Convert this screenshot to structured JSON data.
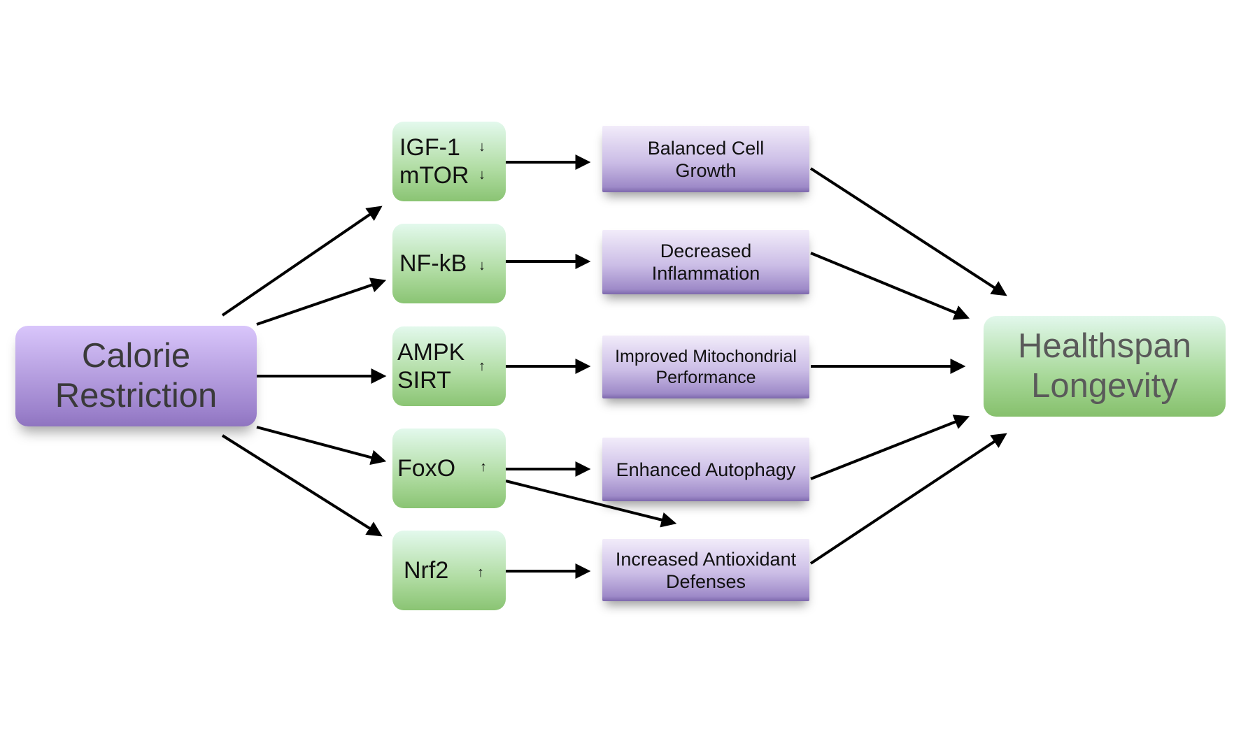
{
  "diagram": {
    "source": {
      "lines": [
        "Calorie",
        "Restriction"
      ],
      "color": "#a58bd6"
    },
    "mediators": [
      {
        "lines": [
          "IGF-1",
          "mTOR"
        ],
        "directions": [
          "down",
          "down"
        ],
        "glyphs": [
          "↓",
          "↓"
        ]
      },
      {
        "lines": [
          "NF-kB"
        ],
        "directions": [
          "down"
        ],
        "glyphs": [
          "↓"
        ]
      },
      {
        "lines": [
          "AMPK",
          "SIRT"
        ],
        "directions": [
          "up"
        ],
        "glyphs": [
          "↑"
        ]
      },
      {
        "lines": [
          "FoxO"
        ],
        "directions": [
          "up"
        ],
        "glyphs": [
          "↑"
        ]
      },
      {
        "lines": [
          "Nrf2"
        ],
        "directions": [
          "up"
        ],
        "glyphs": [
          "↑"
        ]
      }
    ],
    "outcomes": [
      {
        "lines": [
          "Balanced Cell",
          "Growth"
        ]
      },
      {
        "lines": [
          "Decreased",
          "Inflammation"
        ]
      },
      {
        "lines": [
          "Improved Mitochondrial",
          "Performance"
        ]
      },
      {
        "lines": [
          "Enhanced Autophagy"
        ]
      },
      {
        "lines": [
          "Increased Antioxidant",
          "Defenses"
        ]
      }
    ],
    "target": {
      "lines": [
        "Healthspan",
        "Longevity"
      ],
      "color": "#9fd38c"
    },
    "edges": [
      {
        "from": "Calorie Restriction",
        "to": "IGF-1 / mTOR"
      },
      {
        "from": "Calorie Restriction",
        "to": "NF-kB"
      },
      {
        "from": "Calorie Restriction",
        "to": "AMPK / SIRT"
      },
      {
        "from": "Calorie Restriction",
        "to": "FoxO"
      },
      {
        "from": "Calorie Restriction",
        "to": "Nrf2"
      },
      {
        "from": "IGF-1 / mTOR",
        "to": "Balanced Cell Growth"
      },
      {
        "from": "NF-kB",
        "to": "Decreased Inflammation"
      },
      {
        "from": "AMPK / SIRT",
        "to": "Improved Mitochondrial Performance"
      },
      {
        "from": "FoxO",
        "to": "Enhanced Autophagy"
      },
      {
        "from": "FoxO",
        "to": "Increased Antioxidant Defenses"
      },
      {
        "from": "Nrf2",
        "to": "Increased Antioxidant Defenses"
      },
      {
        "from": "Balanced Cell Growth",
        "to": "Healthspan Longevity"
      },
      {
        "from": "Decreased Inflammation",
        "to": "Healthspan Longevity"
      },
      {
        "from": "Improved Mitochondrial Performance",
        "to": "Healthspan Longevity"
      },
      {
        "from": "Enhanced Autophagy",
        "to": "Healthspan Longevity"
      },
      {
        "from": "Increased Antioxidant Defenses",
        "to": "Healthspan Longevity"
      }
    ]
  }
}
